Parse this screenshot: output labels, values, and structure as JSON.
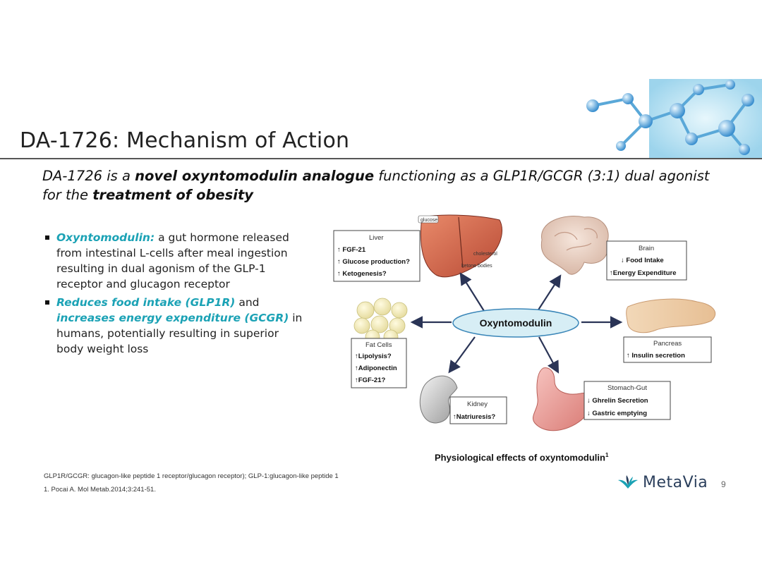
{
  "slide": {
    "title": "DA-1726: Mechanism of Action",
    "subtitle": {
      "p1": "DA-1726 is a ",
      "b1": "novel oxyntomodulin analogue",
      "p2": " functioning as a GLP1R/GCGR (3:1) dual agonist for the ",
      "b2": "treatment of obesity"
    },
    "bullets": [
      {
        "highlight": "Oxyntomodulin:",
        "text": " a gut hormone released from intestinal L-cells after meal ingestion resulting in dual agonism of the GLP-1 receptor and glucagon receptor"
      },
      {
        "highlight": "Reduces food intake (GLP1R)",
        "mid": " and ",
        "highlight2": "increases energy expenditure (GCGR)",
        "text": " in humans, potentially resulting in superior body weight loss"
      }
    ],
    "footnote_abbrev": "GLP1R/GCGR: glucagon-like peptide 1 receptor/glucagon receptor); GLP-1:glucagon-like peptide 1",
    "footnote_ref": "1. Pocai A. Mol Metab.2014;3:241-51.",
    "logo_text": "MetaVia",
    "page_number": "9"
  },
  "diagram": {
    "center": "Oxyntomodulin",
    "caption": "Physiological effects of oxyntomodulin",
    "caption_sup": "1",
    "organ_labels": {
      "glucose": "glucose",
      "cholesterol": "cholesterol",
      "ketone_bodies": "ketone bodies"
    },
    "boxes": {
      "liver": {
        "title": "Liver",
        "items": [
          "↑ FGF-21",
          "↑ Glucose production?",
          "↑ Ketogenesis?"
        ]
      },
      "brain": {
        "title": "Brain",
        "items": [
          "↓ Food Intake",
          "↑Energy Expenditure"
        ]
      },
      "fat": {
        "title": "Fat Cells",
        "items": [
          "↑Lipolysis?",
          "↑Adiponectin",
          "↑FGF-21?"
        ]
      },
      "pancreas": {
        "title": "Pancreas",
        "items": [
          "↑ Insulin secretion"
        ]
      },
      "kidney": {
        "title": "Kidney",
        "items": [
          "↑Natriuresis?"
        ]
      },
      "stomach": {
        "title": "Stomach-Gut",
        "items": [
          "↓ Ghrelin Secretion",
          "↓ Gastric emptying"
        ]
      }
    }
  },
  "colors": {
    "accent": "#1ba2b5",
    "arrow": "#2a3456",
    "ellipse": "#d7eef5"
  }
}
